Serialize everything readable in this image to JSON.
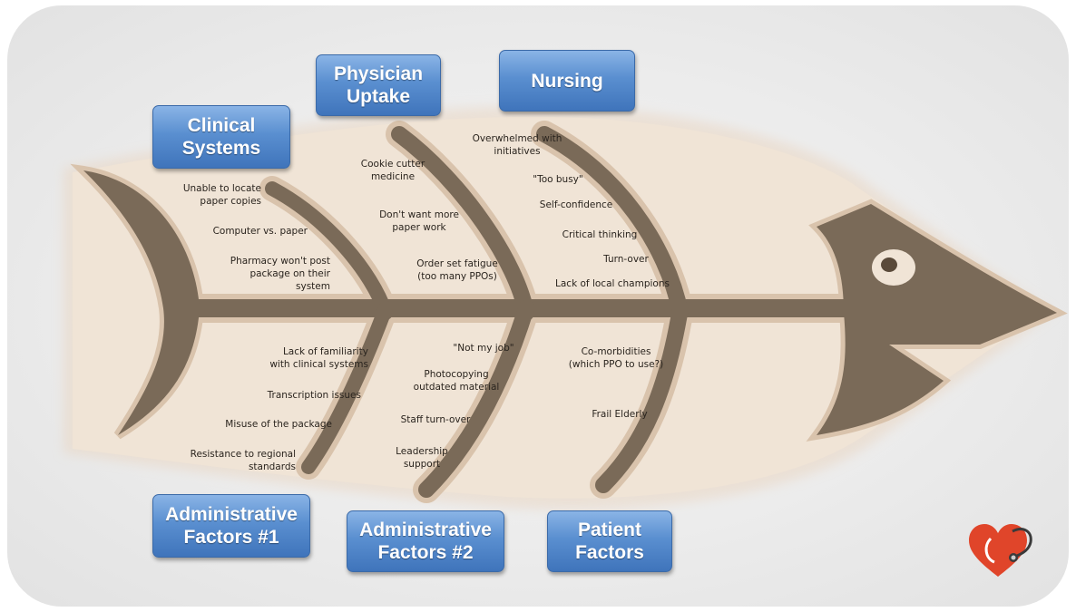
{
  "categories": {
    "clinical_systems": [
      "Clinical",
      "Systems"
    ],
    "physician_uptake": [
      "Physician",
      "Uptake"
    ],
    "nursing": [
      "Nursing"
    ],
    "admin_1": [
      "Administrative",
      "Factors #1"
    ],
    "admin_2": [
      "Administrative",
      "Factors #2"
    ],
    "patient": [
      "Patient",
      "Factors"
    ]
  },
  "causes": {
    "clinical_systems": [
      [
        "Unable to locate",
        "paper copies"
      ],
      [
        "Computer vs. paper"
      ],
      [
        "Pharmacy won't post",
        "package on their",
        "system"
      ]
    ],
    "physician_uptake": [
      [
        "Cookie cutter",
        "medicine"
      ],
      [
        "Don't want more",
        "paper work"
      ],
      [
        "Order set fatigue",
        "(too many PPOs)"
      ]
    ],
    "nursing": [
      [
        "Overwhelmed with",
        "initiatives"
      ],
      [
        "\"Too busy\""
      ],
      [
        "Self-confidence"
      ],
      [
        "Critical thinking"
      ],
      [
        "Turn-over"
      ],
      [
        "Lack of local champions"
      ]
    ],
    "admin_1": [
      [
        "Lack of familiarity",
        "with clinical systems"
      ],
      [
        "Transcription issues"
      ],
      [
        "Misuse of the package"
      ],
      [
        "Resistance to regional",
        "standards"
      ]
    ],
    "admin_2": [
      [
        "\"Not my job\""
      ],
      [
        "Photocopying",
        "outdated material"
      ],
      [
        "Staff turn-over"
      ],
      [
        "Leadership",
        "support"
      ]
    ],
    "patient": [
      [
        "Co-morbidities",
        "(which PPO to use?)"
      ],
      [
        "Frail Elderly"
      ]
    ]
  },
  "colors": {
    "fish_body": "#f0e4d6",
    "fish_bone": "#7a6a58",
    "bone_outline": "#d9c3ac",
    "box_top": "#8ab4e6",
    "box_bottom": "#3f74bb",
    "logo_heart": "#e0452a"
  },
  "icons": {
    "logo": "heart-stethoscope-icon"
  }
}
